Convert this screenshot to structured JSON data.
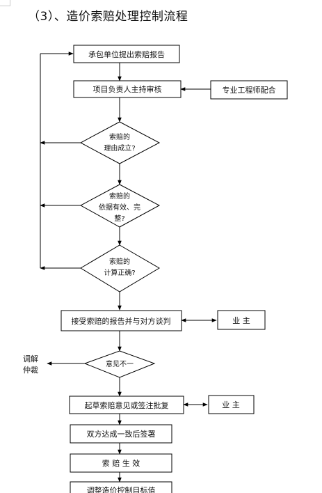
{
  "heading": "（3）、造价索赔处理控制流程",
  "nodes": {
    "contractor_submits": "承包单位提出索赔报告",
    "manager_review": "项目负责人主持审核",
    "engineer_assist": "专业工程师配合",
    "reason_valid": [
      "索赔的",
      "理由成立?"
    ],
    "basis_valid": [
      "索赔的",
      "依据有效、完",
      "整?"
    ],
    "calc_correct": [
      "索赔的",
      "计算正确?"
    ],
    "accept_negotiate": "接受索赔的报告并与对方谈判",
    "owner_1": "业  主",
    "disagreement": "意见不一",
    "mediation": [
      "调解",
      "仲裁"
    ],
    "draft_opinion": "起草索赔意见或签注批复",
    "owner_2": "业  主",
    "both_sign": "双方达成一致后签署",
    "effective": "索  赔  生  效",
    "adjust_target": "调整造价控制目标值"
  },
  "colors": {
    "line": "#000000",
    "box": "#000000",
    "fill": "#ffffff"
  }
}
